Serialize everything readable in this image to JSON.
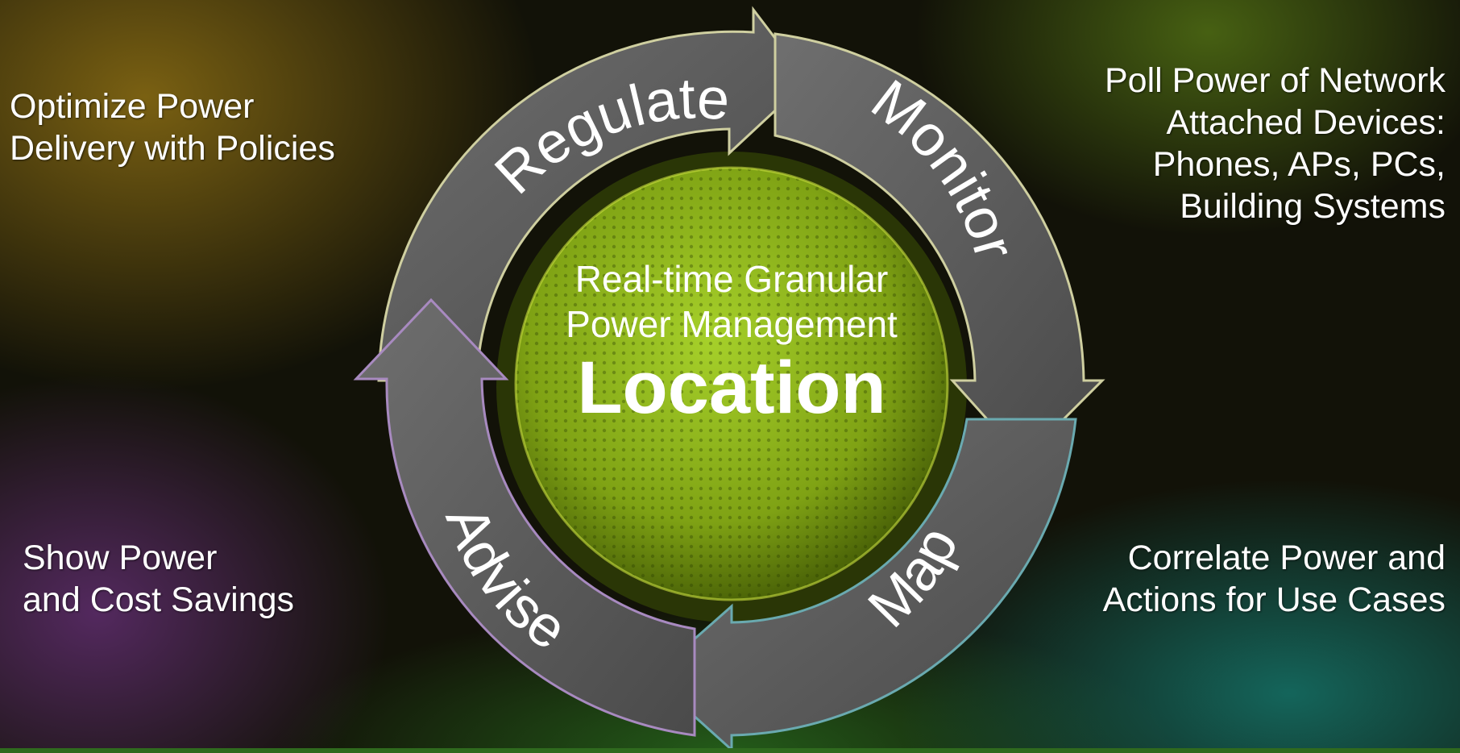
{
  "center": {
    "subtitle_line1": "Real-time Granular",
    "subtitle_line2": "Power Management",
    "title": "Location"
  },
  "cycle": {
    "stages": [
      "Regulate",
      "Monitor",
      "Map",
      "Advise"
    ]
  },
  "descriptions": {
    "regulate": "Optimize Power\nDelivery with Policies",
    "monitor": "Poll Power of Network\nAttached Devices:\nPhones, APs, PCs,\nBuilding Systems",
    "map": "Correlate Power and\nActions for Use Cases",
    "advise": "Show Power\nand Cost Savings"
  },
  "colors": {
    "globe": "#8fb81a",
    "arrow": "#5e5e5e",
    "text": "#ffffff"
  }
}
